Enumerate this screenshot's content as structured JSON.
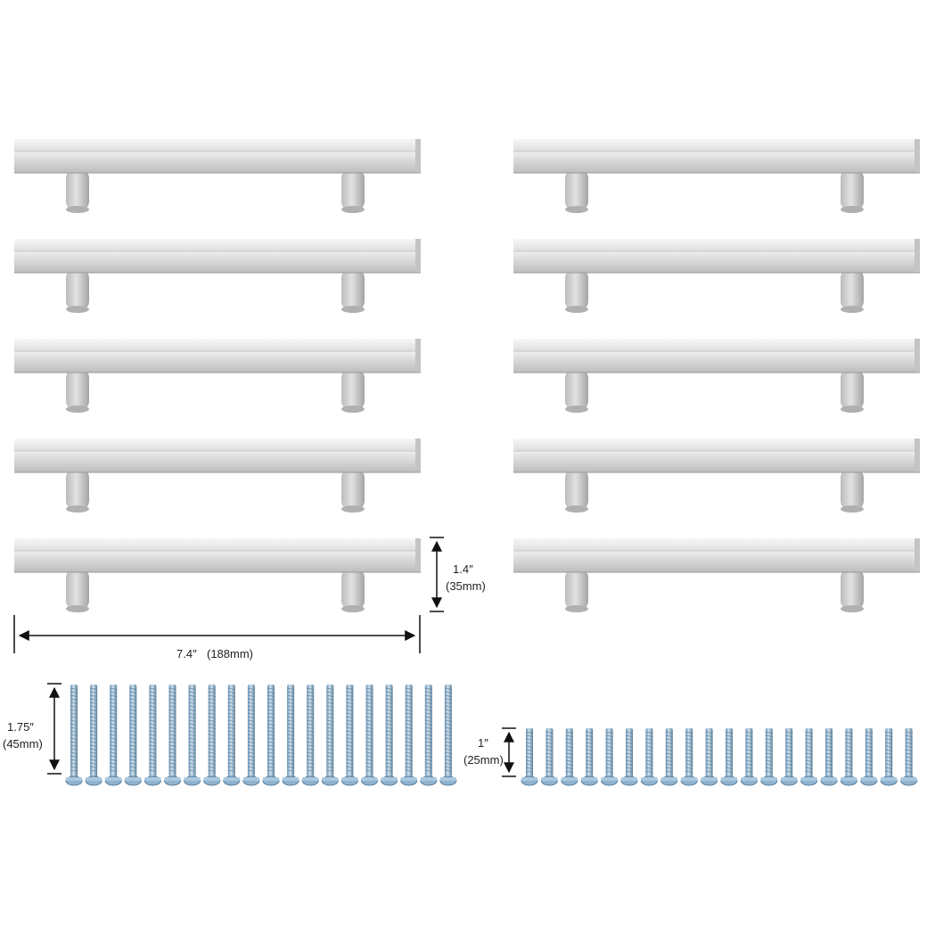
{
  "product": {
    "handle_count": 10,
    "long_screw_count": 20,
    "short_screw_count": 20
  },
  "dimensions": {
    "length": {
      "imperial": "7.4″",
      "metric": "(188mm)"
    },
    "height": {
      "imperial": "1.4″",
      "metric": "(35mm)"
    },
    "long_screw": {
      "imperial": "1.75″",
      "metric": "(45mm)"
    },
    "short_screw": {
      "imperial": "1″",
      "metric": "(25mm)"
    }
  },
  "colors": {
    "background": "#ffffff",
    "handle_light": "#e6e6e6",
    "handle_mid": "#cfcfcf",
    "handle_dark": "#a9a9a9",
    "screw_light": "#d6e7f3",
    "screw_mid": "#9dbfd9",
    "screw_dark": "#5f86a5",
    "arrow": "#111111"
  }
}
